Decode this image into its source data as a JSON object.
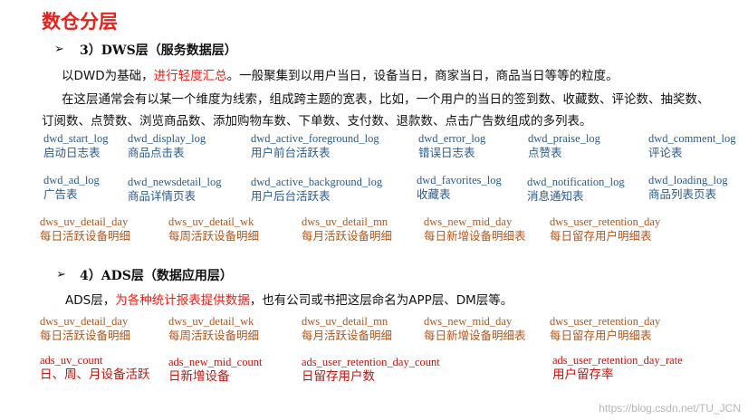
{
  "title": "数仓分层",
  "dws_section": {
    "bullet": "➢",
    "heading": "3）DWS层（服务数据层）",
    "para1_pre": "以DWD为基础，",
    "para1_hl": "进行轻度汇总",
    "para1_post": "。一般聚集到以用户当日，设备当日，商家当日，商品当日等等的粒度。",
    "para2_line1": "在这层通常会有以某一个维度为线索，组成跨主题的宽表，比如，一个用户的当日的签到数、收藏数、评论数、抽奖数、",
    "para2_line2": "订阅数、点赞数、浏览商品数、添加购物车数、下单数、支付数、退款数、点击广告数组成的多列表。",
    "dwd_tables": [
      {
        "name": "dwd_start_log",
        "desc": "启动日志表"
      },
      {
        "name": "dwd_display_log",
        "desc": "商品点击表"
      },
      {
        "name": "dwd_active_foreground_log",
        "desc": "用户前台活跃表"
      },
      {
        "name": "dwd_error_log",
        "desc": "错误日志表"
      },
      {
        "name": "dwd_praise_log",
        "desc": "点赞表"
      },
      {
        "name": "dwd_comment_log",
        "desc": "评论表"
      },
      {
        "name": "dwd_ad_log",
        "desc": "广告表"
      },
      {
        "name": "dwd_newsdetail_log",
        "desc": "商品详情页表"
      },
      {
        "name": "dwd_active_background_log",
        "desc": "用户后台活跃表"
      },
      {
        "name": "dwd_favorites_log",
        "desc": "收藏表"
      },
      {
        "name": "dwd_notification_log",
        "desc": "消息通知表"
      },
      {
        "name": "dwd_loading_log",
        "desc": "商品列表页表"
      }
    ],
    "dws_tables": [
      {
        "name": "dws_uv_detail_day",
        "desc": "每日活跃设备明细"
      },
      {
        "name": "dws_uv_detail_wk",
        "desc": "每周活跃设备明细"
      },
      {
        "name": "dws_uv_detail_mn",
        "desc": "每月活跃设备明细"
      },
      {
        "name": "dws_new_mid_day",
        "desc": "每日新增设备明细表"
      },
      {
        "name": "dws_user_retention_day",
        "desc": "每日留存用户明细表"
      }
    ]
  },
  "ads_section": {
    "bullet": "➢",
    "heading": "4）ADS层（数据应用层）",
    "para_pre": "ADS层，",
    "para_hl": "为各种统计报表提供数据",
    "para_post": "，也有公司或书把这层命名为APP层、DM层等。",
    "dws_tables": [
      {
        "name": "dws_uv_detail_day",
        "desc": "每日活跃设备明细"
      },
      {
        "name": "dws_uv_detail_wk",
        "desc": "每周活跃设备明细"
      },
      {
        "name": "dws_uv_detail_mn",
        "desc": "每月活跃设备明细"
      },
      {
        "name": "dws_new_mid_day",
        "desc": "每日新增设备明细表"
      },
      {
        "name": "dws_user_retention_day",
        "desc": "每日留存用户明细表"
      }
    ],
    "ads_tables": [
      {
        "name": "ads_uv_count",
        "desc": "日、周、月设备活跃"
      },
      {
        "name": "ads_new_mid_count",
        "desc": "日新增设备"
      },
      {
        "name": "ads_user_retention_day_count",
        "desc": "日留存用户数"
      },
      {
        "name": "ads_user_retention_day_rate",
        "desc": "用户留存率"
      }
    ]
  },
  "watermark": "https://blog.csdn.net/TU_JCN"
}
